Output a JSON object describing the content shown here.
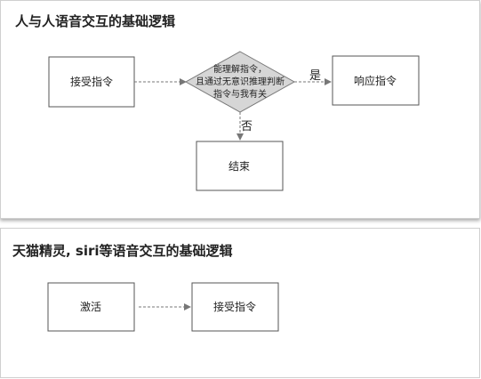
{
  "diagram_1": {
    "title": "人与人语音交互的基础逻辑",
    "nodes": {
      "receive": "接受指令",
      "decision_lines": [
        "能理解指令，",
        "且通过无意识推理判断",
        "指令与我有关"
      ],
      "respond": "响应指令",
      "end": "结束"
    },
    "edges": {
      "yes": "是",
      "no": "否"
    }
  },
  "diagram_2": {
    "title": "天猫精灵, siri等语音交互的基础逻辑",
    "nodes": {
      "activate": "激活",
      "receive": "接受指令"
    }
  },
  "colors": {
    "decision_fill": "#d6d6d6",
    "box_border": "#555555",
    "arrow": "#777777"
  }
}
